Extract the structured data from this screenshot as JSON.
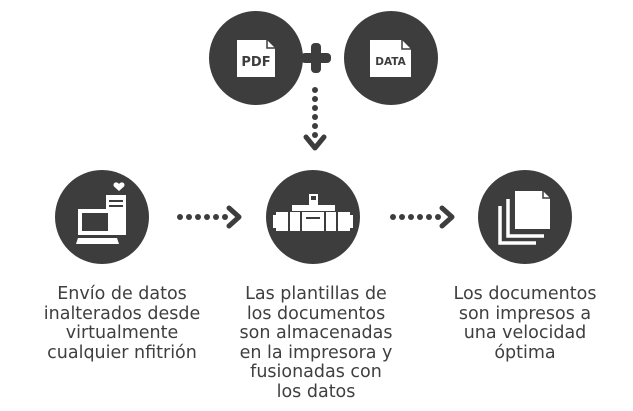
{
  "colors": {
    "circle": "#3d3d3d",
    "icon": "#ffffff",
    "connector": "#3d3d3d",
    "text": "#3f3f3f"
  },
  "inputs": [
    {
      "icon": "pdf-file-icon",
      "label": "PDF"
    },
    {
      "icon": "data-file-icon",
      "label": "DATA"
    }
  ],
  "steps": [
    {
      "icon": "computer-with-heart-icon",
      "caption": "Envío de datos\ninalterados desde\nvirtualmente\ncualquier nfitrión"
    },
    {
      "icon": "printer-icon",
      "caption": "Las plantillas de\nlos documentos\nson almacenadas\nen la impresora y\nfusionadas con\nlos datos"
    },
    {
      "icon": "stacked-documents-icon",
      "caption": "Los documentos\nson impresos a\nuna velocidad\nóptima"
    }
  ]
}
